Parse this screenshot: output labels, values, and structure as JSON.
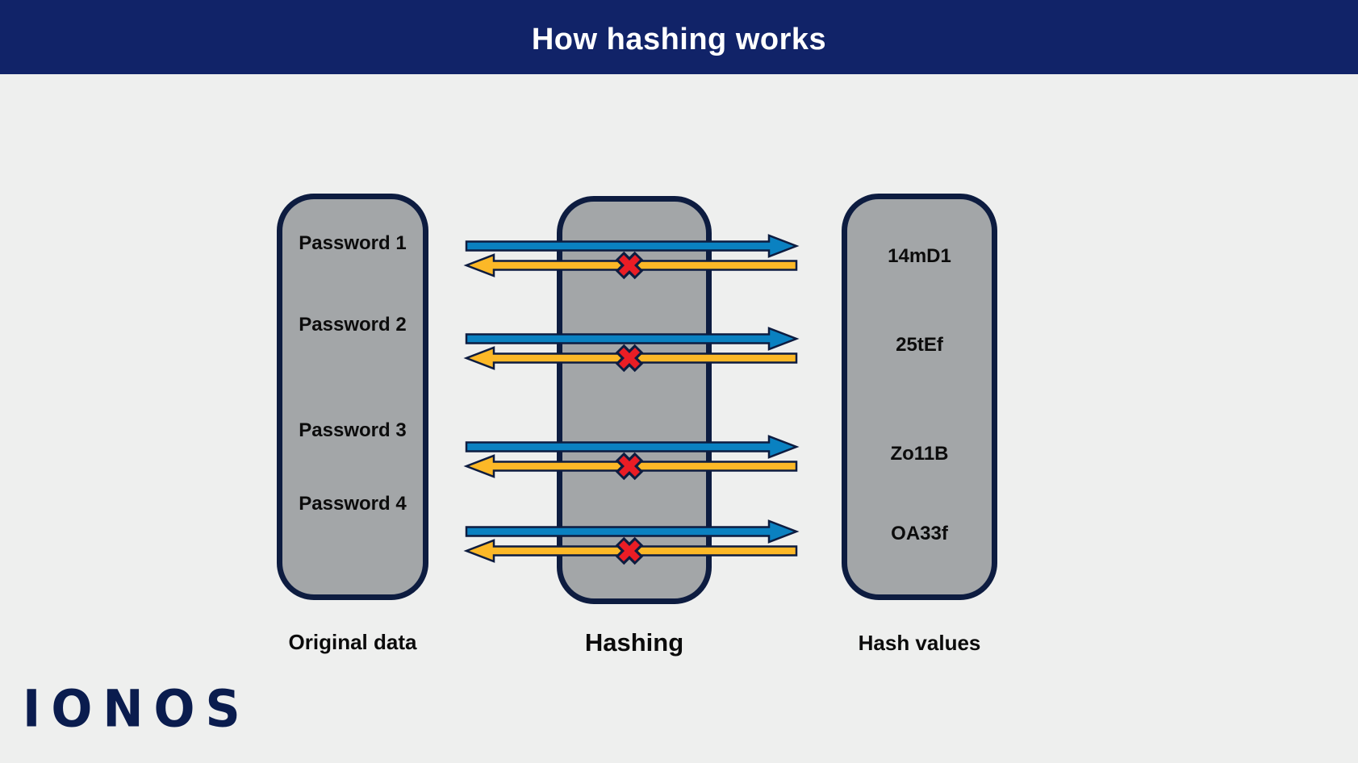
{
  "header": {
    "title": "How hashing works"
  },
  "columns": {
    "original": {
      "label": "Original data",
      "items": [
        "Password 1",
        "Password 2",
        "Password 3",
        "Password 4"
      ]
    },
    "hashing": {
      "label": "Hashing"
    },
    "hashes": {
      "label": "Hash values",
      "items": [
        "14mD1",
        "25tEf",
        "Zo11B",
        "OA33f"
      ]
    }
  },
  "icons": {
    "forward": "arrow-right",
    "reverse": "arrow-left",
    "blocked": "x-cross"
  },
  "brand": {
    "logo_text": "IONOS"
  },
  "colors": {
    "header_bg": "#112368",
    "canvas_bg": "#eeefee",
    "box_fill": "#a3a6a8",
    "box_border": "#0d1c40",
    "forward_arrow": "#0a81c1",
    "reverse_arrow": "#fcb827",
    "blocked_x": "#ea1d25",
    "logo": "#0a1c4e"
  }
}
